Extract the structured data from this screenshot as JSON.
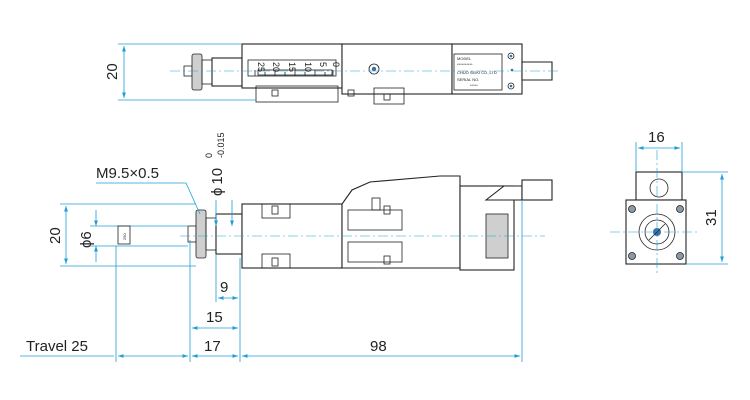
{
  "dimensions": {
    "top_height": "20",
    "thread": "M9.5×0.5",
    "spindle_dia_symbol": "ϕ",
    "spindle_dia": "10",
    "spindle_tol_upper": "0",
    "spindle_tol_lower": "-0.015",
    "stem_dia": "ϕ6",
    "side_height": "20",
    "len_9": "9",
    "len_15": "15",
    "len_17": "17",
    "len_98": "98",
    "travel": "Travel 25",
    "end_width": "16",
    "end_height": "31"
  },
  "scale": {
    "labels": [
      "25",
      "20",
      "15",
      "10",
      "5",
      "0"
    ]
  },
  "nameplate": {
    "model_label": "MODEL",
    "model_value": "**********",
    "maker": "CHUO SEIKI CO.,LTD",
    "serial_label": "SERIAL NO.",
    "serial_value": "*****"
  },
  "stem_box_label": "250"
}
